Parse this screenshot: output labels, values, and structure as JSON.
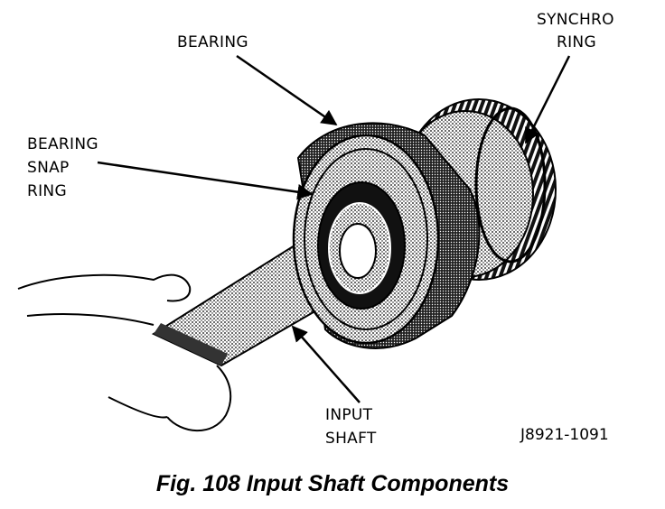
{
  "labels": {
    "bearing": "BEARING",
    "synchro_line1": "SYNCHRO",
    "synchro_line2": "RING",
    "snap_line1": "BEARING",
    "snap_line2": "SNAP",
    "snap_line3": "RING",
    "input_line1": "INPUT",
    "input_line2": "SHAFT"
  },
  "figure_code": "J8921-1091",
  "caption": "Fig. 108 Input Shaft Components"
}
